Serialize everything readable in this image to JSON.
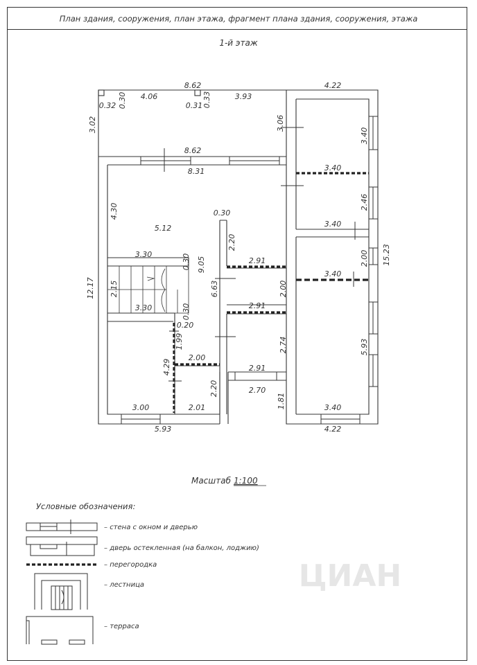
{
  "header": {
    "title": "План здания, сооружения, план этажа, фрагмент плана здания, сооружения, этажа"
  },
  "floor_title": "1-й этаж",
  "scale": {
    "label": "Масштаб",
    "value": "1:100"
  },
  "dimensions": {
    "top_overall": "8.62",
    "top_left": "4.06",
    "top_right": "3.93",
    "top_pier_a": "0.32",
    "top_pier_b": "0.30",
    "top_pier_c": "0.31",
    "top_pier_d": "0.33",
    "terrace_depth": "3.02",
    "wing_top": "4.22",
    "wing_left_small": "3.06",
    "terrace_bottom": "8.62",
    "hall_width": "8.31",
    "room_a_right": "3.40",
    "room_a_bottom": "3.40",
    "room_b_right": "2.46",
    "room_b_bottom": "3.40",
    "room_c_top": "3.40",
    "room_c_right": "5.93",
    "room_c_bottom": "3.40",
    "small_gap": "2.00",
    "total_right": "15.23",
    "living_height": "4.30",
    "living_width": "5.12",
    "partition_w": "0.30",
    "corr_upper": "2.20",
    "corr_height": "9.05",
    "stair_top": "3.30",
    "stair_wall_a": "0.30",
    "room_d_top": "2.91",
    "room_d_h": "2.00",
    "stair_h": "2.15",
    "stair_bottom": "3.30",
    "stair_wall_b": "0.30",
    "room_e_top": "2.91",
    "corr_mid": "6.63",
    "room_e_h": "2.74",
    "total_left": "12.17",
    "wall_d": "0.20",
    "bath_h": "1.99",
    "bath_w": "2.00",
    "room_f_top": "2.91",
    "entry_w": "2.70",
    "bed_h": "4.29",
    "corr_low": "2.20",
    "entry_h": "1.81",
    "bed_w": "3.00",
    "bath_low_w": "2.01",
    "bottom_left": "5.93",
    "bottom_right": "4.22",
    "wing_bottom": "3.40"
  },
  "legend": {
    "title": "Условные обозначения:",
    "items": [
      {
        "label": "стена с окном и дверью"
      },
      {
        "label": "дверь остекленная (на балкон, лоджию)"
      },
      {
        "label": "перегородка"
      },
      {
        "label": "лестница"
      },
      {
        "label": "терраса"
      }
    ]
  },
  "watermark": "ЦИАН"
}
